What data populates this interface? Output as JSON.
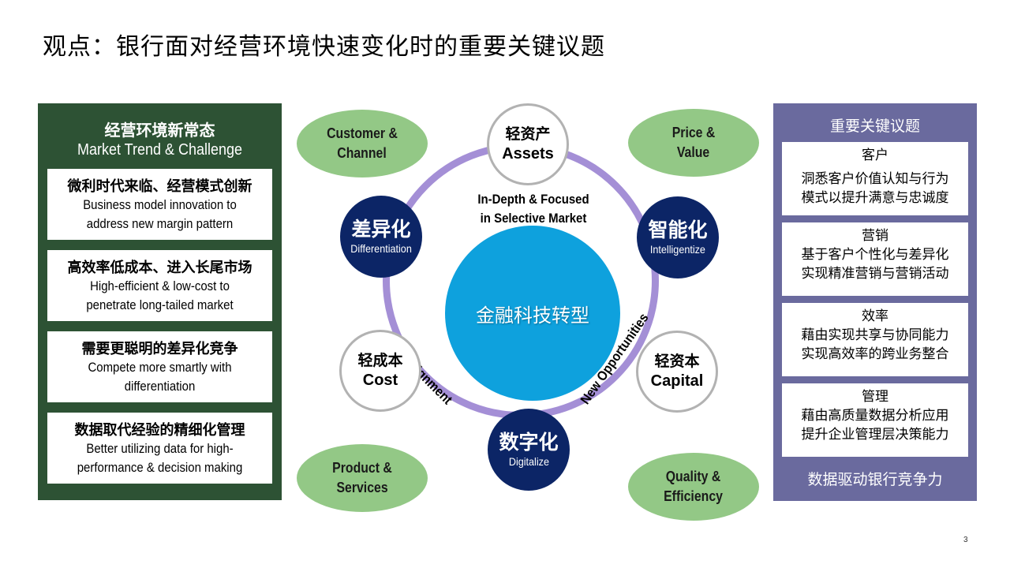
{
  "title": "观点：银行面对经营环境快速变化时的重要关键议题",
  "left_panel": {
    "header_cn": "经营环境新常态",
    "header_en": "Market Trend & Challenge",
    "bg_color": "#2d5234",
    "items": [
      {
        "cn": "微利时代来临、经营模式创新",
        "en_lines": [
          "Business model innovation to",
          "address new margin pattern"
        ]
      },
      {
        "cn": "高效率低成本、进入长尾市场",
        "en_lines": [
          "High-efficient & low-cost to",
          "penetrate long-tailed market"
        ]
      },
      {
        "cn": "需要更聪明的差异化竞争",
        "en_lines": [
          "Compete more smartly with",
          "differentiation"
        ]
      },
      {
        "cn": "数据取代经验的精细化管理",
        "en_lines": [
          "Better utilizing data for high-",
          "performance & decision making"
        ]
      }
    ]
  },
  "diagram": {
    "core_label": "金融科技转型",
    "top_label_lines": [
      "In-Depth & Focused",
      "in Selective Market"
    ],
    "arc_labels": {
      "left": "Alignment",
      "right": "New Opportunities"
    },
    "light_nodes": [
      {
        "id": "assets",
        "cn": "轻资产",
        "en": "Assets"
      },
      {
        "id": "cost",
        "cn": "轻成本",
        "en": "Cost"
      },
      {
        "id": "capital",
        "cn": "轻资本",
        "en": "Capital"
      }
    ],
    "dark_nodes": [
      {
        "id": "differentiation",
        "cn": "差异化",
        "en": "Differentiation"
      },
      {
        "id": "intelligentize",
        "cn": "智能化",
        "en": "Intelligentize"
      },
      {
        "id": "digitalize",
        "cn": "数字化",
        "en": "Digitalize"
      }
    ],
    "ovals": [
      {
        "id": "customer-channel",
        "lines": [
          "Customer &",
          "Channel"
        ]
      },
      {
        "id": "price-value",
        "lines": [
          "Price &",
          "Value"
        ]
      },
      {
        "id": "product-services",
        "lines": [
          "Product &",
          "Services"
        ]
      },
      {
        "id": "quality-efficiency",
        "lines": [
          "Quality &",
          "Efficiency"
        ]
      }
    ],
    "colors": {
      "ring": "#a48fd6",
      "core": "#0ea1dd",
      "dark_node": "#0c2566",
      "oval": "#93c886"
    }
  },
  "right_panel": {
    "header": "重要关键议题",
    "footer": "数据驱动银行竞争力",
    "bg_color": "#6a6a9e",
    "items": [
      {
        "title": "客户",
        "lines": [
          "洞悉客户价值认知与行为",
          "模式以提升满意与忠诚度"
        ]
      },
      {
        "title": "营销",
        "lines": [
          "基于客户个性化与差异化",
          "实现精准营销与营销活动"
        ]
      },
      {
        "title": "效率",
        "lines": [
          "藉由实现共享与协同能力",
          "实现高效率的跨业务整合"
        ]
      },
      {
        "title": "管理",
        "lines": [
          "藉由高质量数据分析应用",
          "提升企业管理层决策能力"
        ]
      }
    ]
  },
  "page_number": "3"
}
